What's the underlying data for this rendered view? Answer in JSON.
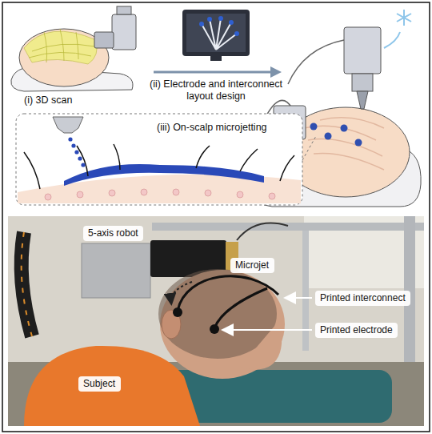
{
  "diagram": {
    "nodes": [
      {
        "text": [
          "5-axis robot"
        ]
      },
      {
        "text": [
          "Microjet"
        ]
      },
      {
        "text": [
          "Printed interconnect"
        ]
      },
      {
        "text": [
          "Printed electrode"
        ]
      },
      {
        "text": [
          "Subject"
        ]
      }
    ],
    "labels": [
      "(i) 3D scan",
      "(ii) Electrode and interconnect layout design",
      "(iii) On-scalp microjetting"
    ]
  }
}
